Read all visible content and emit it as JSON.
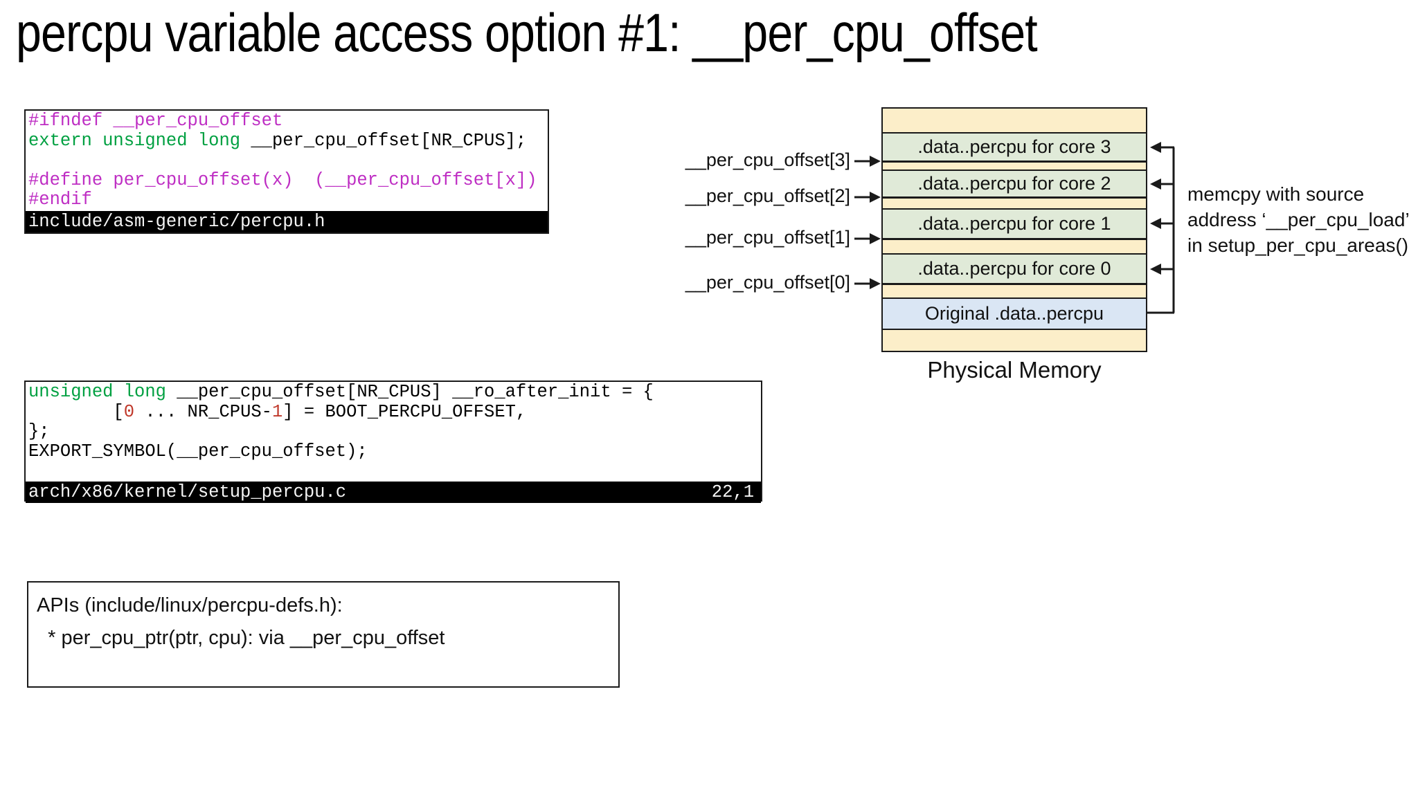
{
  "title": "percpu variable access option #1: __per_cpu_offset",
  "colors": {
    "syntax_preproc": "#be2dc3",
    "syntax_type": "#00a041",
    "syntax_number": "#c0392b",
    "band_gap": "#fceec9",
    "band_section_green": "#e0ead8",
    "band_original_blue": "#dae6f4",
    "code_footer_bg": "#000000",
    "code_footer_fg": "#f5f5f5"
  },
  "code_block_1": {
    "lines": [
      [
        {
          "t": "#ifndef __per_cpu_offset",
          "c": "preproc"
        }
      ],
      [
        {
          "t": "extern unsigned long",
          "c": "type"
        },
        {
          "t": " __per_cpu_offset[NR_CPUS];",
          "c": "plain"
        }
      ],
      [],
      [
        {
          "t": "#define per_cpu_offset(x)  (__per_cpu_offset[x])",
          "c": "preproc"
        }
      ],
      [
        {
          "t": "#endif",
          "c": "preproc"
        }
      ]
    ],
    "footer": "include/asm-generic/percpu.h",
    "footer_right": ""
  },
  "code_block_2": {
    "lines": [
      [
        {
          "t": "unsigned long",
          "c": "type"
        },
        {
          "t": " __per_cpu_offset[NR_CPUS] __ro_after_init = {",
          "c": "plain"
        }
      ],
      [
        {
          "t": "        [",
          "c": "plain"
        },
        {
          "t": "0",
          "c": "number"
        },
        {
          "t": " ... NR_CPUS-",
          "c": "plain"
        },
        {
          "t": "1",
          "c": "number"
        },
        {
          "t": "] = BOOT_PERCPU_OFFSET,",
          "c": "plain"
        }
      ],
      [
        {
          "t": "};",
          "c": "plain"
        }
      ],
      [
        {
          "t": "EXPORT_SYMBOL(__per_cpu_offset);",
          "c": "plain"
        }
      ],
      []
    ],
    "footer": "arch/x86/kernel/setup_percpu.c",
    "footer_right": "22,1"
  },
  "diagram": {
    "offset_labels": [
      "__per_cpu_offset[3]",
      "__per_cpu_offset[2]",
      "__per_cpu_offset[1]",
      "__per_cpu_offset[0]"
    ],
    "sections": {
      "core3": ".data..percpu for core 3",
      "core2": ".data..percpu for core 2",
      "core1": ".data..percpu for core 1",
      "core0": ".data..percpu for core 0",
      "original": "Original .data..percpu"
    },
    "caption": "Physical Memory",
    "memcpy_note": [
      "memcpy with source",
      "address ‘__per_cpu_load’",
      "in setup_per_cpu_areas()"
    ]
  },
  "apis_box": {
    "lines": [
      "APIs (include/linux/percpu-defs.h):",
      "  * per_cpu_ptr(ptr, cpu): via __per_cpu_offset"
    ]
  }
}
